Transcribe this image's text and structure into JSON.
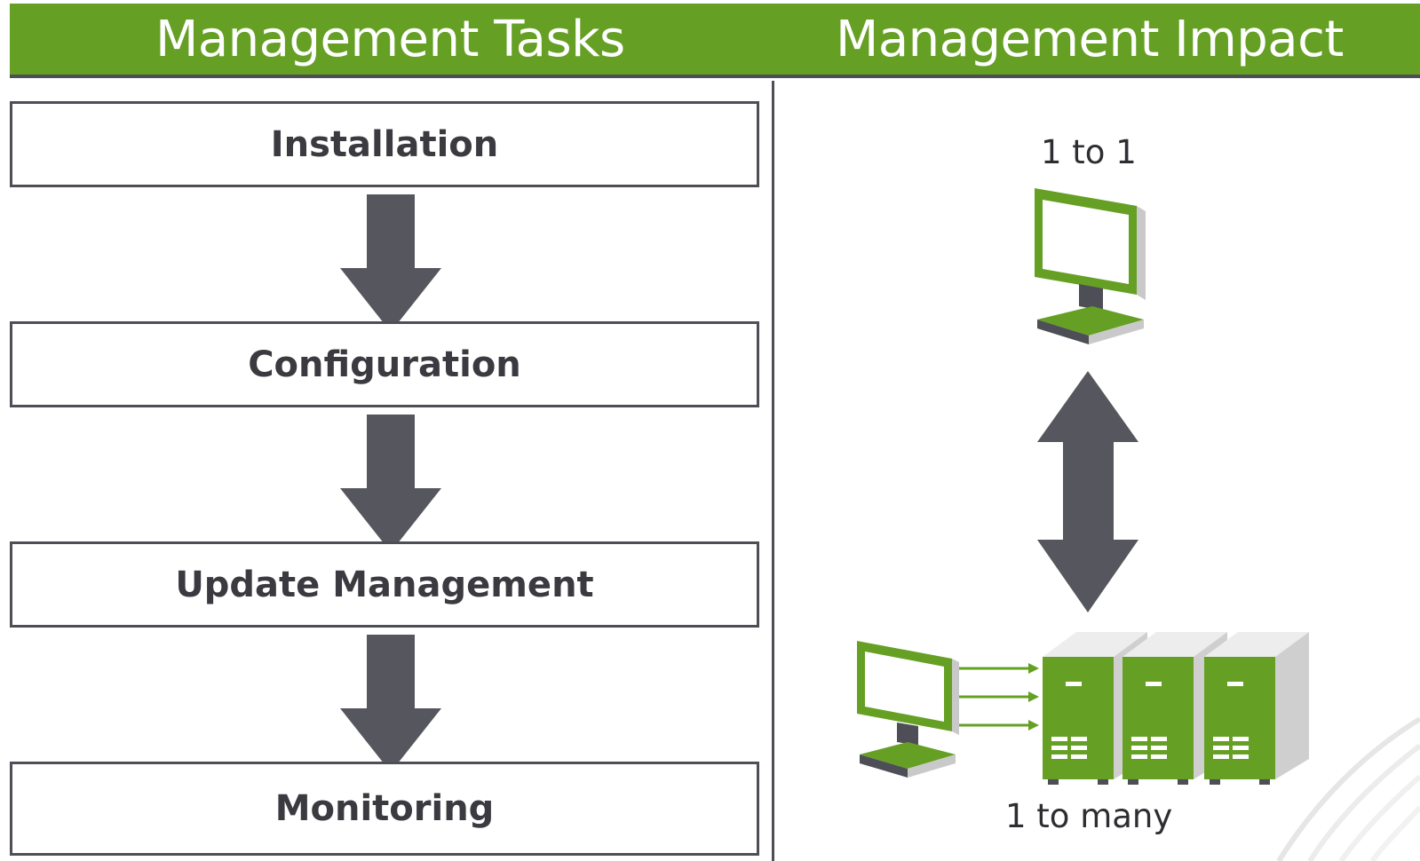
{
  "header": {
    "left_title": "Management Tasks",
    "right_title": "Management Impact"
  },
  "tasks": [
    {
      "label": "Installation"
    },
    {
      "label": "Configuration"
    },
    {
      "label": "Update Management"
    },
    {
      "label": "Monitoring"
    }
  ],
  "impact": {
    "top_label": "1 to 1",
    "bottom_label": "1 to many"
  },
  "colors": {
    "brand_green": "#65a025",
    "dark_gray": "#56565e",
    "border_gray": "#4e4e56"
  },
  "icons": {
    "single_computer": "monitor-icon",
    "double_arrow": "double-arrow-icon",
    "servers": "server-icon"
  }
}
